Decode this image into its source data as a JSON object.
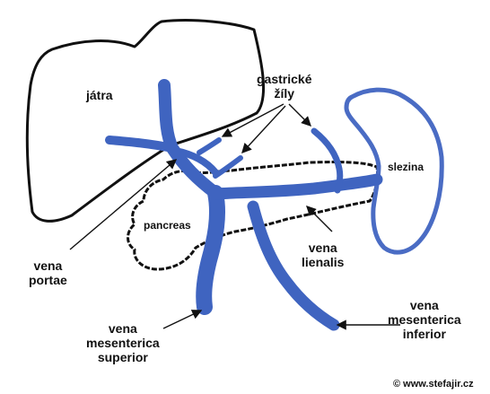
{
  "labels": {
    "liver": "játra",
    "gastric_line1": "gastrické",
    "gastric_line2": "žíly",
    "spleen": "slezina",
    "pancreas": "pancreas",
    "portal_line1": "vena",
    "portal_line2": "portae",
    "splenic_line1": "vena",
    "splenic_line2": "lienalis",
    "sup_line1": "vena",
    "sup_line2": "mesenterica",
    "sup_line3": "superior",
    "inf_line1": "vena",
    "inf_line2": "mesenterica",
    "inf_line3": "inferior"
  },
  "copyright": "© www.stefajir.cz",
  "colors": {
    "vein": "#3f64c0",
    "outline": "#111111"
  }
}
